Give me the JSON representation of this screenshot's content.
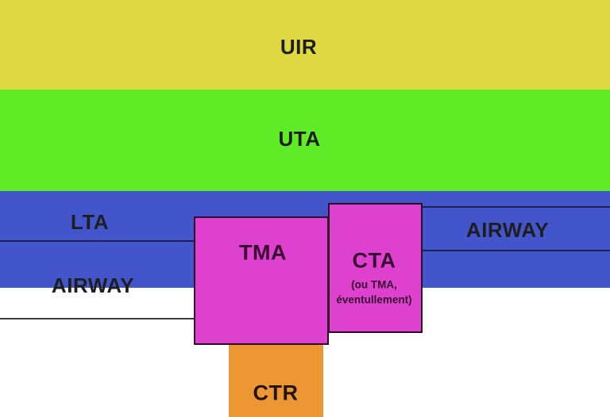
{
  "labels": {
    "uir": "UIR",
    "uta": "UTA",
    "lta": "LTA",
    "airway_left": "AIRWAY",
    "airway_right": "AIRWAY",
    "tma": "TMA",
    "cta": "CTA",
    "cta_sub1": "(ou TMA,",
    "cta_sub2": "éventullement)",
    "ctr": "CTR"
  },
  "colors": {
    "uir": "#ded843",
    "uta": "#5fec26",
    "airway": "#4355cb",
    "control": "#dd41ce",
    "ctr": "#ec9734",
    "divider": "#1d2150",
    "floor-line": "#3c3c3c",
    "label-text": "#1e1e1e",
    "box-text": "#380931"
  }
}
